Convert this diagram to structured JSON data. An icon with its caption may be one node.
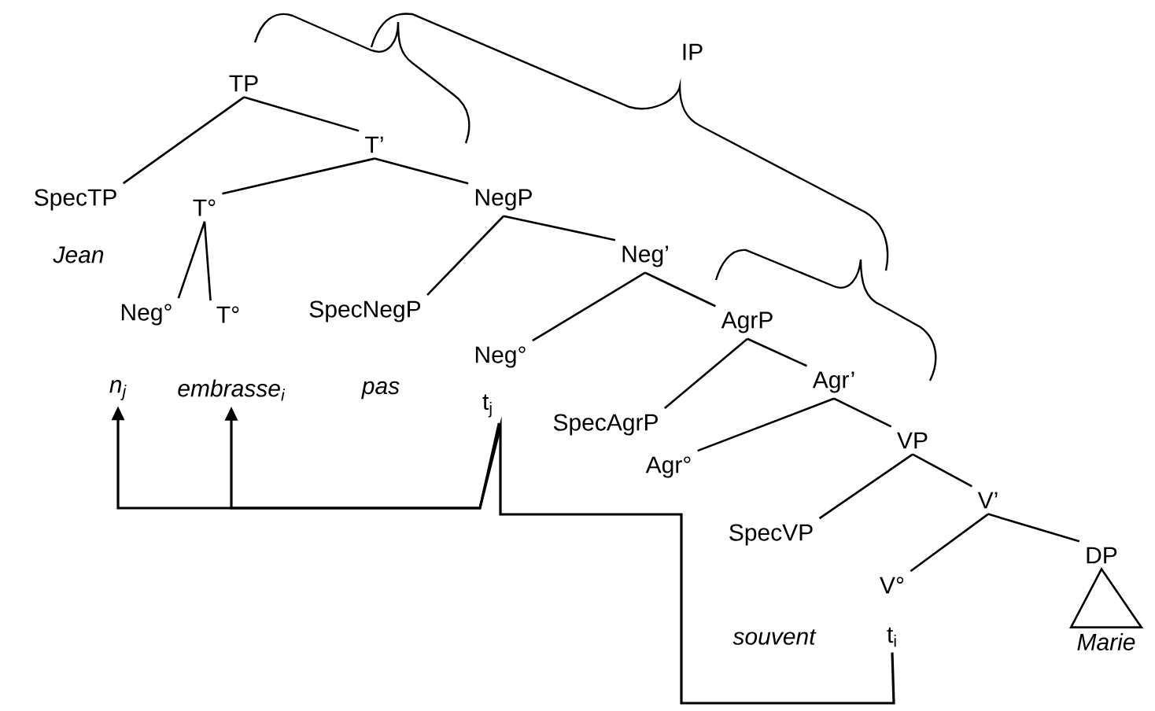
{
  "diagram": {
    "nodes": [
      {
        "text": [
          "TP"
        ]
      },
      {
        "text": [
          "SpecTP"
        ]
      },
      {
        "text": [
          "T’"
        ]
      },
      {
        "text": [
          "T°"
        ]
      },
      {
        "text": [
          "NegP"
        ]
      },
      {
        "text": [
          "Neg°"
        ]
      },
      {
        "text": [
          "T°"
        ]
      },
      {
        "text": [
          "SpecNegP"
        ]
      },
      {
        "text": [
          "Neg’"
        ]
      },
      {
        "text": [
          "Neg°"
        ]
      },
      {
        "text": [
          "AgrP"
        ]
      },
      {
        "text": [
          "SpecAgrP"
        ]
      },
      {
        "text": [
          "Agr’"
        ]
      },
      {
        "text": [
          "Agr°"
        ]
      },
      {
        "text": [
          "VP"
        ]
      },
      {
        "text": [
          "SpecVP"
        ]
      },
      {
        "text": [
          "V’"
        ]
      },
      {
        "text": [
          "V°"
        ]
      },
      {
        "text": [
          "DP"
        ]
      },
      {
        "text": [
          "n$_{j}$"
        ]
      },
      {
        "text": [
          "embrasse$_{i}$"
        ]
      },
      {
        "text": [
          "t$_{j}$"
        ]
      },
      {
        "text": [
          "t$_{i}$"
        ]
      },
      {
        "text": [
          "Marie"
        ]
      }
    ],
    "edges": [
      {
        "from": 0,
        "to": 1,
        "arrow": "none"
      },
      {
        "from": 0,
        "to": 2,
        "arrow": "none"
      },
      {
        "from": 2,
        "to": 3,
        "arrow": "none"
      },
      {
        "from": 2,
        "to": 4,
        "arrow": "none"
      },
      {
        "from": 3,
        "to": 5,
        "arrow": "none"
      },
      {
        "from": 3,
        "to": 6,
        "arrow": "none"
      },
      {
        "from": 4,
        "to": 7,
        "arrow": "none"
      },
      {
        "from": 4,
        "to": 8,
        "arrow": "none"
      },
      {
        "from": 8,
        "to": 9,
        "arrow": "none"
      },
      {
        "from": 8,
        "to": 10,
        "arrow": "none"
      },
      {
        "from": 10,
        "to": 11,
        "arrow": "none"
      },
      {
        "from": 10,
        "to": 12,
        "arrow": "none"
      },
      {
        "from": 12,
        "to": 13,
        "arrow": "none"
      },
      {
        "from": 12,
        "to": 14,
        "arrow": "none"
      },
      {
        "from": 14,
        "to": 15,
        "arrow": "none"
      },
      {
        "from": 14,
        "to": 16,
        "arrow": "none"
      },
      {
        "from": 16,
        "to": 17,
        "arrow": "none"
      },
      {
        "from": 16,
        "to": 18,
        "arrow": "none"
      },
      {
        "from": 18,
        "to": 23,
        "arrow": "none"
      },
      {
        "from": 21,
        "to": 19,
        "arrow": "to"
      },
      {
        "from": 22,
        "to": 20,
        "arrow": "to"
      }
    ],
    "labels": [
      "IP",
      "Jean",
      "pas",
      "souvent"
    ]
  }
}
